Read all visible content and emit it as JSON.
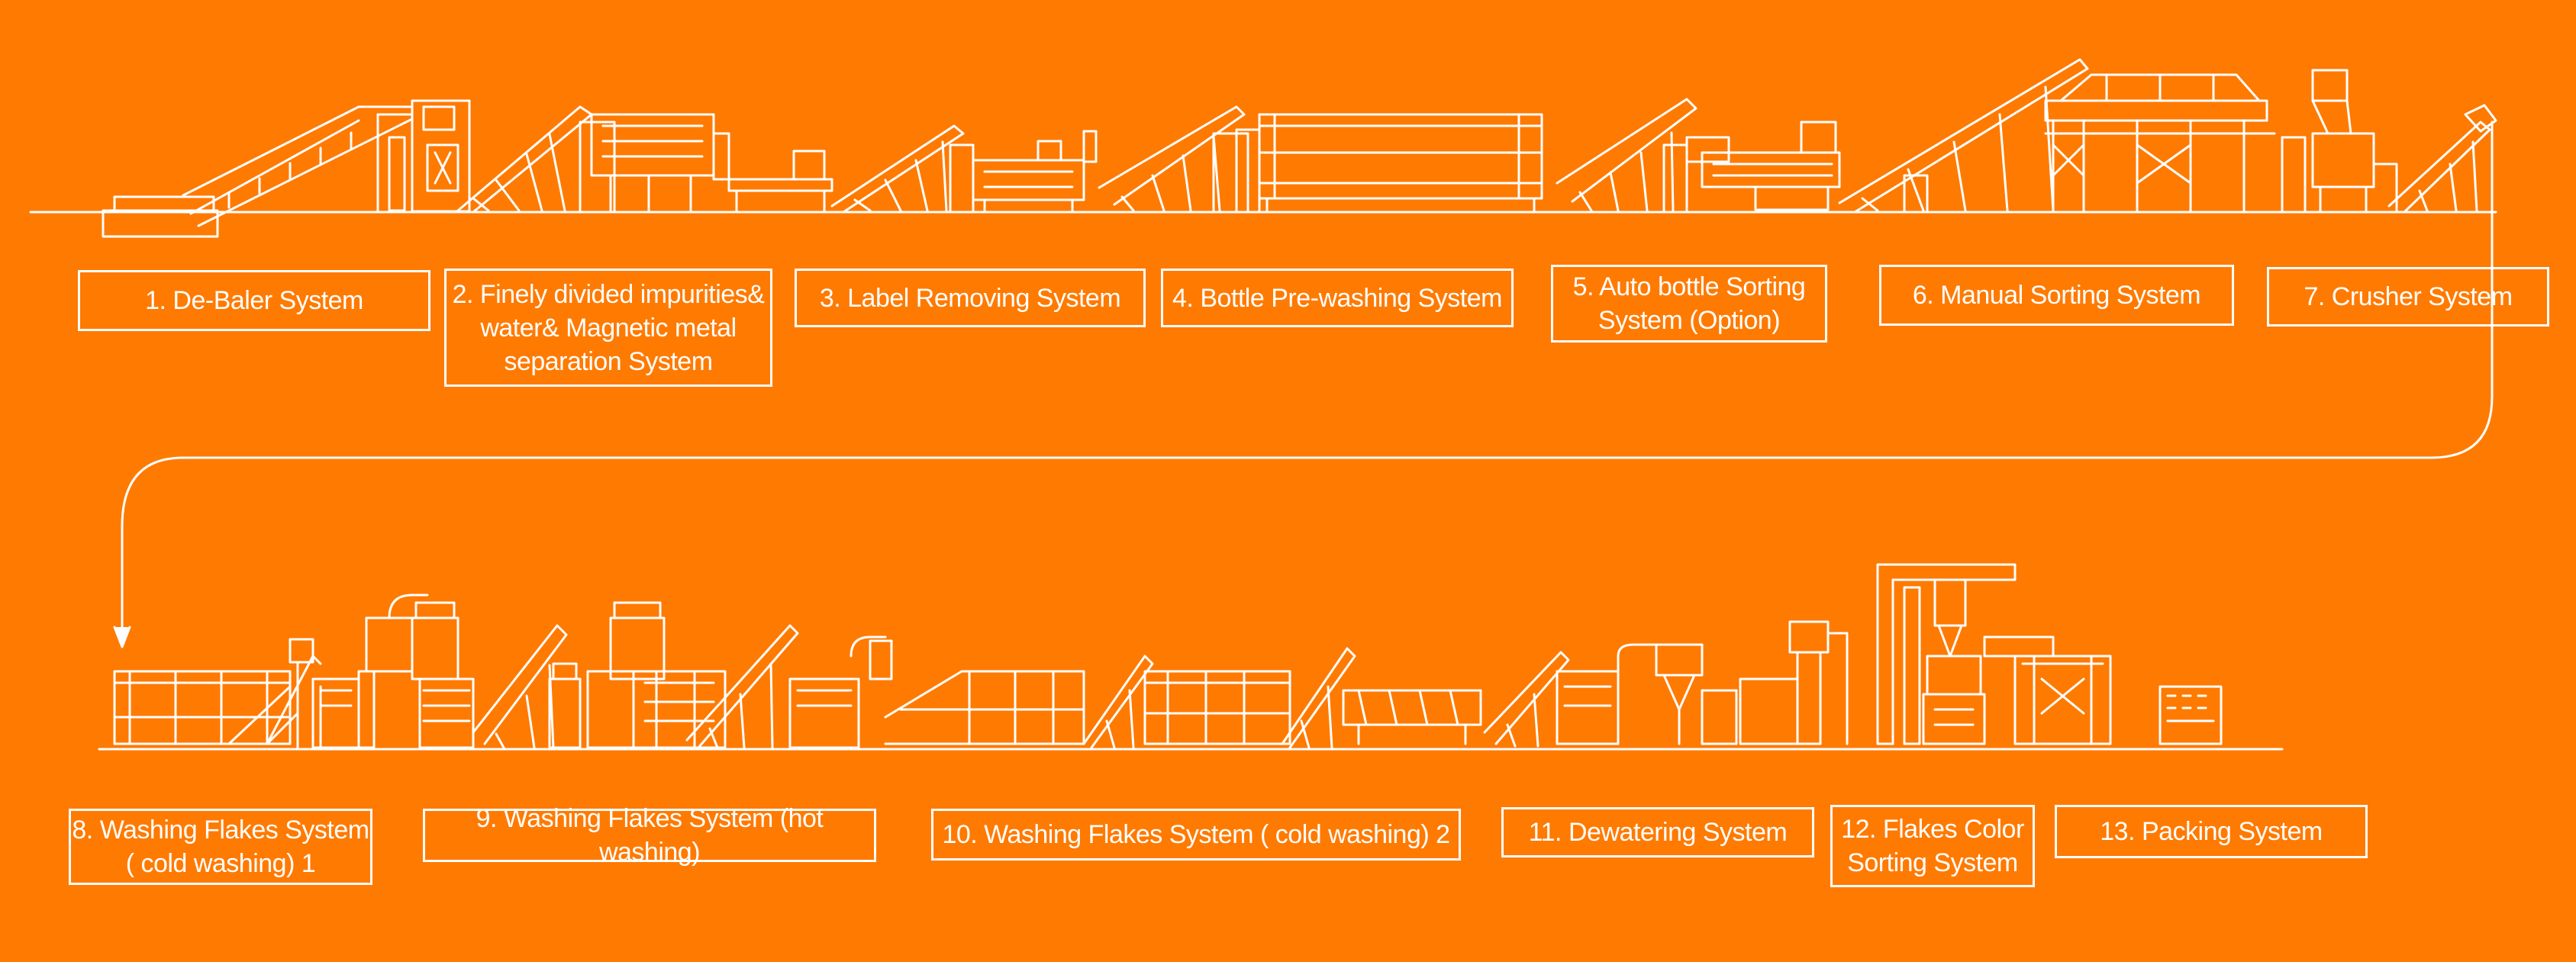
{
  "colors": {
    "background": "#ff7a00",
    "line": "#ffffff"
  },
  "stages": [
    {
      "id": "s1",
      "label": "1. De-Baler System"
    },
    {
      "id": "s2",
      "label": "2. Finely divided impurities&\nwater& Magnetic metal\nseparation System"
    },
    {
      "id": "s3",
      "label": "3. Label Removing System"
    },
    {
      "id": "s4",
      "label": "4. Bottle Pre-washing System"
    },
    {
      "id": "s5",
      "label": "5. Auto bottle Sorting\nSystem (Option)"
    },
    {
      "id": "s6",
      "label": "6. Manual Sorting System"
    },
    {
      "id": "s7",
      "label": "7. Crusher System"
    },
    {
      "id": "s8",
      "label": "8. Washing Flakes System\n( cold washing) 1"
    },
    {
      "id": "s9",
      "label": "9. Washing Flakes System (hot washing)"
    },
    {
      "id": "s10",
      "label": "10. Washing Flakes System  ( cold washing) 2"
    },
    {
      "id": "s11",
      "label": "11. Dewatering System"
    },
    {
      "id": "s12",
      "label": "12. Flakes Color\nSorting System"
    },
    {
      "id": "s13",
      "label": "13. Packing System"
    }
  ]
}
